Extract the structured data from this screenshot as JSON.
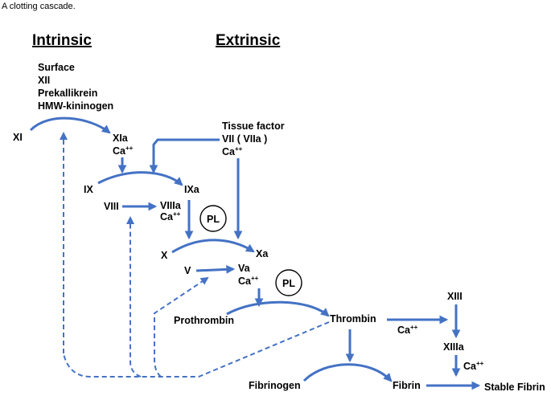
{
  "caption": "A clotting cascade.",
  "headers": {
    "intrinsic": "Intrinsic",
    "extrinsic": "Extrinsic"
  },
  "intrinsic_factors": [
    "Surface",
    "XII",
    "Prekallikrein",
    "HMW-kininogen"
  ],
  "extrinsic_factors": [
    "Tissue factor",
    "VII ( VIIa )"
  ],
  "nodes": {
    "xi": "XI",
    "xia": "XIa",
    "ix": "IX",
    "ixa": "IXa",
    "viii": "VIII",
    "viiia": "VIIIa",
    "x": "X",
    "xa": "Xa",
    "v": "V",
    "va": "Va",
    "prothrombin": "Prothrombin",
    "thrombin": "Thrombin",
    "xiii": "XIII",
    "xiiia": "XIIIa",
    "fibrinogen": "Fibrinogen",
    "fibrin": "Fibrin",
    "stable_fibrin": "Stable Fibrin"
  },
  "cofactor": {
    "base": "Ca",
    "sup": "++"
  },
  "phospholipid": "PL",
  "colors": {
    "arrow": "#4472C4",
    "text": "#000000"
  }
}
